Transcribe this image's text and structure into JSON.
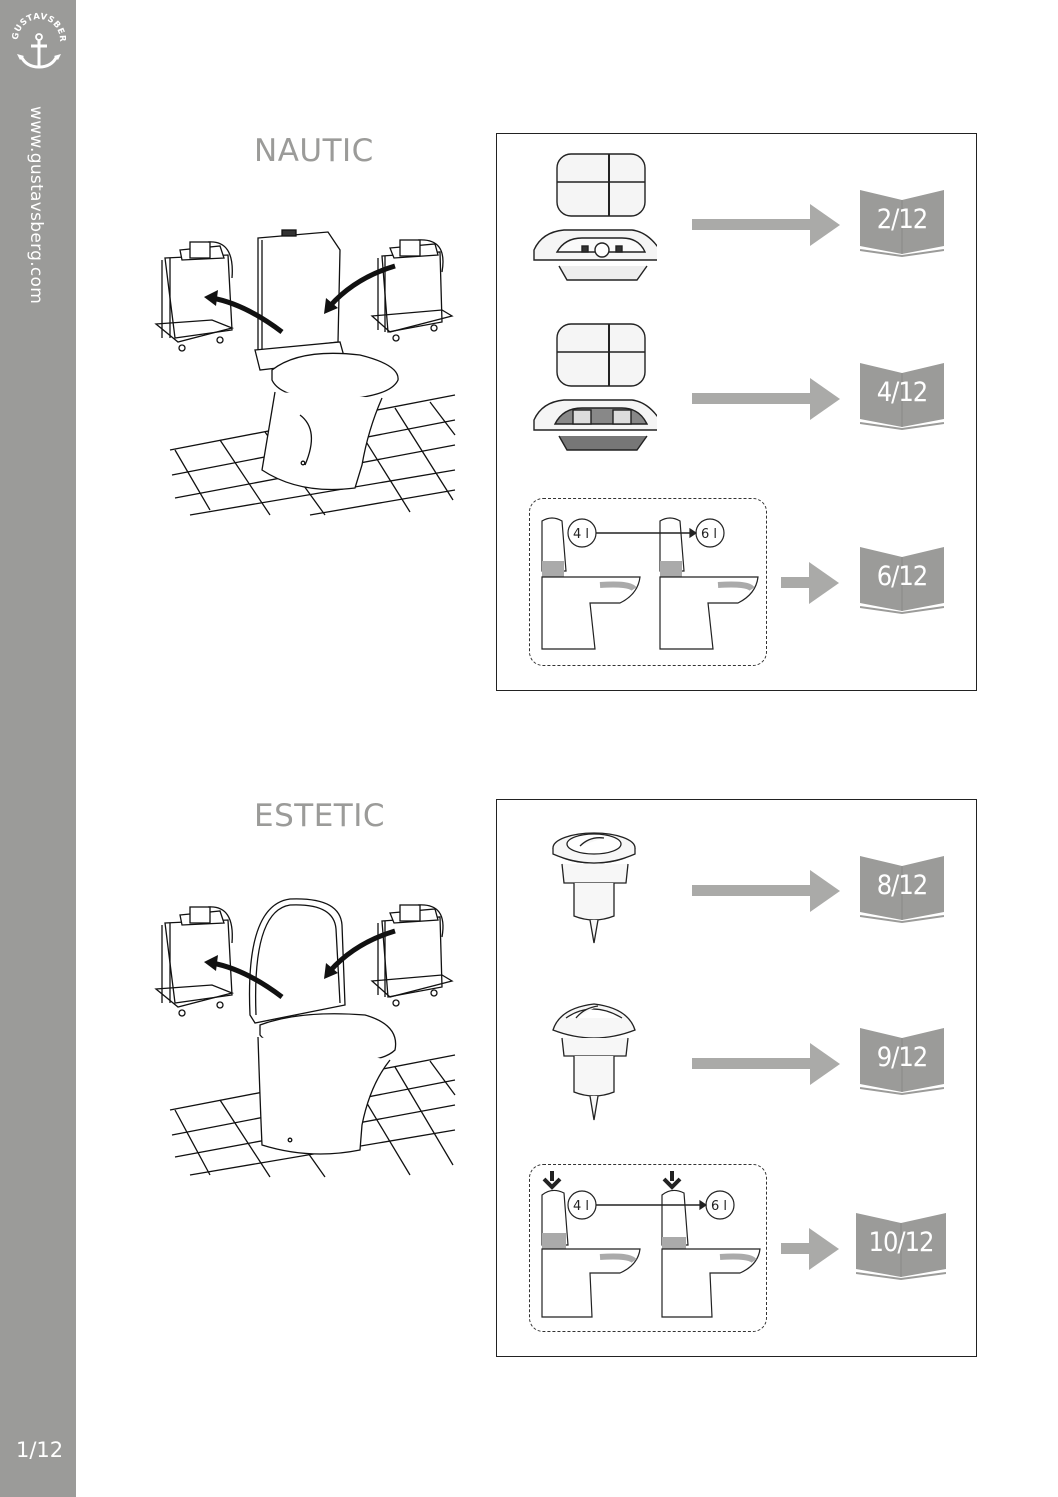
{
  "sidebar": {
    "logo_text": "GUSTAVSBERG",
    "logo_icon": "anchor-icon",
    "url": "www.gustavsberg.com",
    "page": "1/12",
    "color": "#9b9b99"
  },
  "sections": [
    {
      "title": "NAUTIC",
      "scene_icon": "toilet-with-cistern-fittings-illustration",
      "rows": [
        {
          "product": "nautic-dual-flush-button-round",
          "ref": "2/12"
        },
        {
          "product": "nautic-dual-flush-button-square",
          "ref": "4/12"
        },
        {
          "product": "flush-volume-conversion",
          "from": "4 l",
          "to": "6 l",
          "ref": "6/12"
        }
      ]
    },
    {
      "title": "ESTETIC",
      "scene_icon": "toilet-with-cistern-fittings-illustration",
      "rows": [
        {
          "product": "estetic-flush-button-flat",
          "ref": "8/12"
        },
        {
          "product": "estetic-flush-button-domed",
          "ref": "9/12"
        },
        {
          "product": "flush-volume-conversion",
          "from": "4 l",
          "to": "6 l",
          "ref": "10/12"
        }
      ]
    }
  ],
  "colors": {
    "accent_gray": "#a9a9a7",
    "book_gray": "#9b9b99",
    "line": "#222222"
  }
}
